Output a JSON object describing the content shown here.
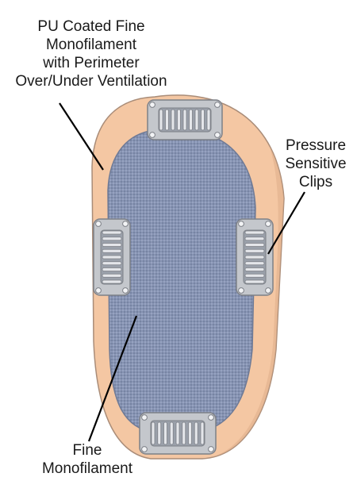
{
  "labels": {
    "pu_coated": {
      "lines": [
        "PU Coated Fine",
        "Monofilament",
        "with Perimeter",
        "Over/Under Ventilation"
      ]
    },
    "pressure_clips": {
      "lines": [
        "Pressure",
        "Sensitive",
        "Clips"
      ]
    },
    "fine_mono": {
      "lines": [
        "Fine",
        "Monofilament"
      ]
    }
  },
  "colors": {
    "perimeter": "#f4c7a3",
    "perimeter_outline": "#a98c78",
    "mesh_base": "#8794b3",
    "mesh_dot": "#6c7898",
    "mesh_outline": "#6e7a96",
    "clip_metal": "#c4c7cc",
    "clip_shadow": "#7d8087",
    "leader_line": "#000000"
  },
  "clips": [
    {
      "name": "clip-top",
      "orientation": "horizontal"
    },
    {
      "name": "clip-left",
      "orientation": "vertical"
    },
    {
      "name": "clip-right",
      "orientation": "vertical"
    },
    {
      "name": "clip-bottom",
      "orientation": "horizontal"
    }
  ]
}
